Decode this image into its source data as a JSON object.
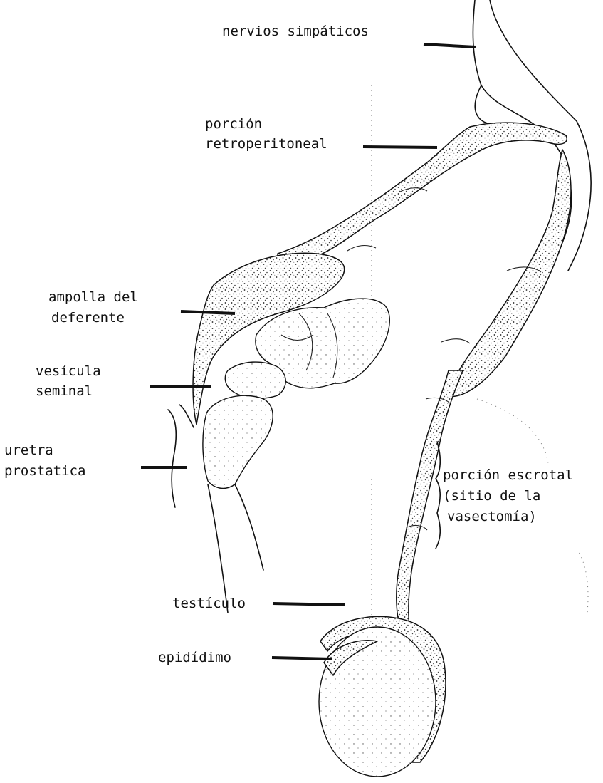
{
  "diagram": {
    "labels": {
      "nervios": "nervios simpáticos",
      "porcion_retro_1": "porción",
      "porcion_retro_2": "retroperitoneal",
      "ampolla_1": "ampolla del",
      "ampolla_2": "deferente",
      "vesicula_1": "vesícula",
      "vesicula_2": "seminal",
      "uretra_1": "uretra",
      "uretra_2": "prostatica",
      "escrotal_1": "porción escrotal",
      "escrotal_2": "(sitio de la",
      "escrotal_3": "vasectomía)",
      "epididimo": "epidídimo",
      "testiculo": "testículo"
    }
  }
}
